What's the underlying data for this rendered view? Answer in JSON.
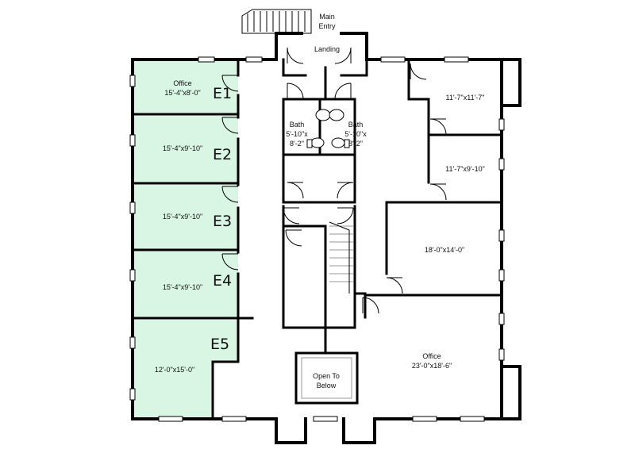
{
  "colors": {
    "suite_fill": "#d9f5e3",
    "wall": "#000000",
    "background": "#ffffff"
  },
  "labels": {
    "main_entry_1": "Main",
    "main_entry_2": "Entry",
    "landing": "Landing",
    "e1_name": "Office",
    "e1_dim": "15'-4\"x8'-0\"",
    "e1_tag": "E1",
    "e2_dim": "15'-4\"x9'-10\"",
    "e2_tag": "E2",
    "e3_dim": "15'-4\"x9'-10\"",
    "e3_tag": "E3",
    "e4_dim": "15'-4\"x9'-10\"",
    "e4_tag": "E4",
    "e5_dim": "12'-0\"x15'-0\"",
    "e5_tag": "E5",
    "bath1_name": "Bath",
    "bath1_dim1": "5'-10\"x",
    "bath1_dim2": "8'-2\"",
    "bath2_name": "Bath",
    "bath2_dim1": "5'-10\"x",
    "bath2_dim2": "8'-2\"",
    "room_ne_dim": "11'-7\"x11'-7\"",
    "room_e_dim": "11'-7\"x9'-10\"",
    "room_conf_dim": "18'-0\"x14'-0\"",
    "office_se_name": "Office",
    "office_se_dim": "23'-0\"x18'-6\"",
    "open_1": "Open To",
    "open_2": "Below"
  }
}
